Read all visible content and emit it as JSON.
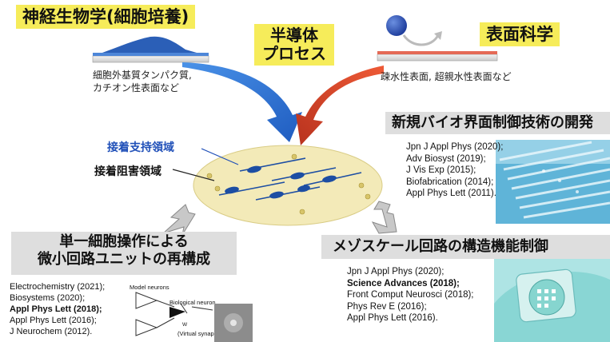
{
  "top_left_title": "神経生物学(細胞培養)",
  "top_center_title_line1": "半導体",
  "top_center_title_line2": "プロセス",
  "top_right_title": "表面科学",
  "left_desc_line1": "細胞外基質タンパク質,",
  "left_desc_line2": "カチオン性表面など",
  "right_desc": "疎水性表面, 超親水性表面など",
  "label_support": "接着支持領域",
  "label_inhibit": "接着阻害領域",
  "right_heading": "新規バイオ界面制御技術の開発",
  "right_refs": [
    "Jpn J Appl Phys (2020);",
    "Adv Biosyst (2019);",
    "J Vis Exp (2015);",
    "Biofabrication (2014);",
    "Appl Phys Lett (2011)."
  ],
  "bottom_left_heading_line1": "単一細胞操作による",
  "bottom_left_heading_line2": "微小回路ユニットの再構成",
  "bottom_left_refs": [
    {
      "text": "Electrochemistry (2021);",
      "bold": false
    },
    {
      "text": "Biosystems (2020);",
      "bold": false
    },
    {
      "text": "Appl Phys Lett (2018);",
      "bold": true
    },
    {
      "text": "Appl Phys Lett (2016);",
      "bold": false
    },
    {
      "text": "J Neurochem (2012).",
      "bold": false
    }
  ],
  "model_neurons_label": "Model neurons",
  "bio_neuron_label": "Biological neuron",
  "virtual_synapse_label": "(Virtual synapse)",
  "w_label": "W",
  "bottom_right_heading": "メゾスケール回路の構造機能制御",
  "bottom_right_refs": [
    {
      "text": "Jpn J Appl Phys (2020);",
      "bold": false
    },
    {
      "text": "Science Advances (2018);",
      "bold": true
    },
    {
      "text": "Front Comput Neurosci (2018);",
      "bold": false
    },
    {
      "text": "Phys Rev E (2016);",
      "bold": false
    },
    {
      "text": "Appl Phys Lett (2016).",
      "bold": false
    }
  ],
  "colors": {
    "title_yellow": "#f6ec5a",
    "heading_gray": "#dedede",
    "arrow_blue": "#2d6fd0",
    "arrow_red": "#d8402a",
    "support_label_blue": "#1f4fb8",
    "disk_fill": "#f3eab8",
    "cell_blue": "#1d4ea3"
  }
}
